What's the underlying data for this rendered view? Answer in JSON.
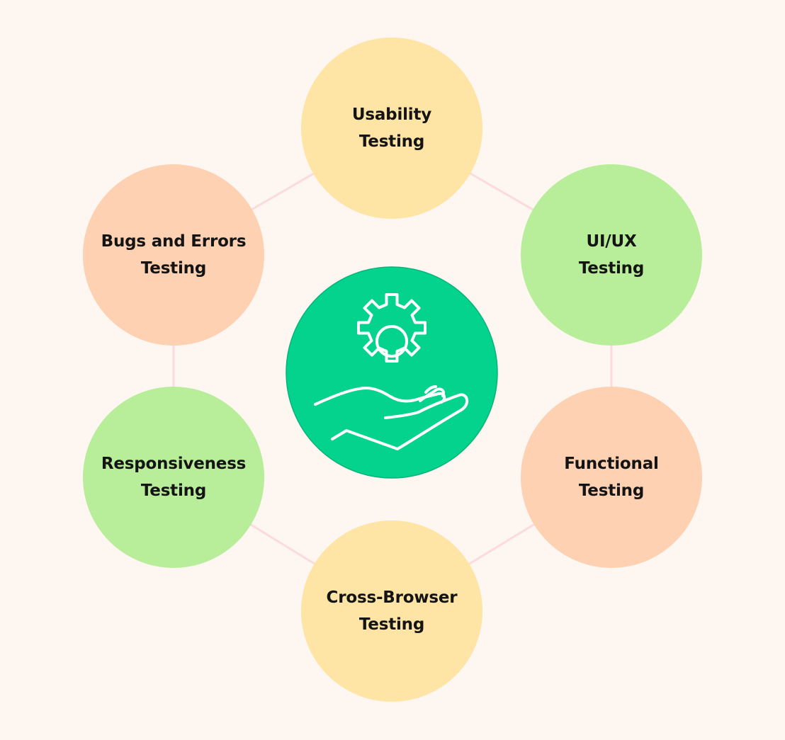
{
  "diagram": {
    "hub": {
      "icon": "hand-holding-gear-icon",
      "color": "#03d38c"
    },
    "connector_color": "#fbdbdb",
    "nodes": [
      {
        "id": "usability",
        "line1": "Usability",
        "line2": "Testing",
        "color": "#fee4a5"
      },
      {
        "id": "uiux",
        "line1": "UI/UX",
        "line2": "Testing",
        "color": "#b8ee9a"
      },
      {
        "id": "functional",
        "line1": "Functional",
        "line2": "Testing",
        "color": "#fdd1b1"
      },
      {
        "id": "cross-browser",
        "line1": "Cross-Browser",
        "line2": "Testing",
        "color": "#fee4a5"
      },
      {
        "id": "responsiveness",
        "line1": "Responsiveness",
        "line2": "Testing",
        "color": "#b8ee9a"
      },
      {
        "id": "bugs-errors",
        "line1": "Bugs and Errors",
        "line2": "Testing",
        "color": "#fdd1b1"
      }
    ]
  }
}
